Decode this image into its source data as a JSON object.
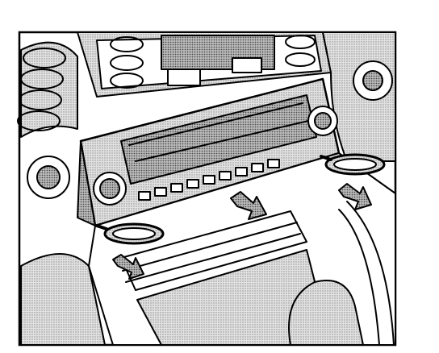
{
  "illustration": {
    "subject": "car-radio-removal",
    "line_color": "#000000",
    "paper_color": "#ffffff",
    "fill_color": "#d9d9d9",
    "icons": [
      "removal-ring-left",
      "removal-ring-right",
      "arrow-left",
      "arrow-center",
      "arrow-right",
      "knob-left",
      "knob-right"
    ]
  }
}
